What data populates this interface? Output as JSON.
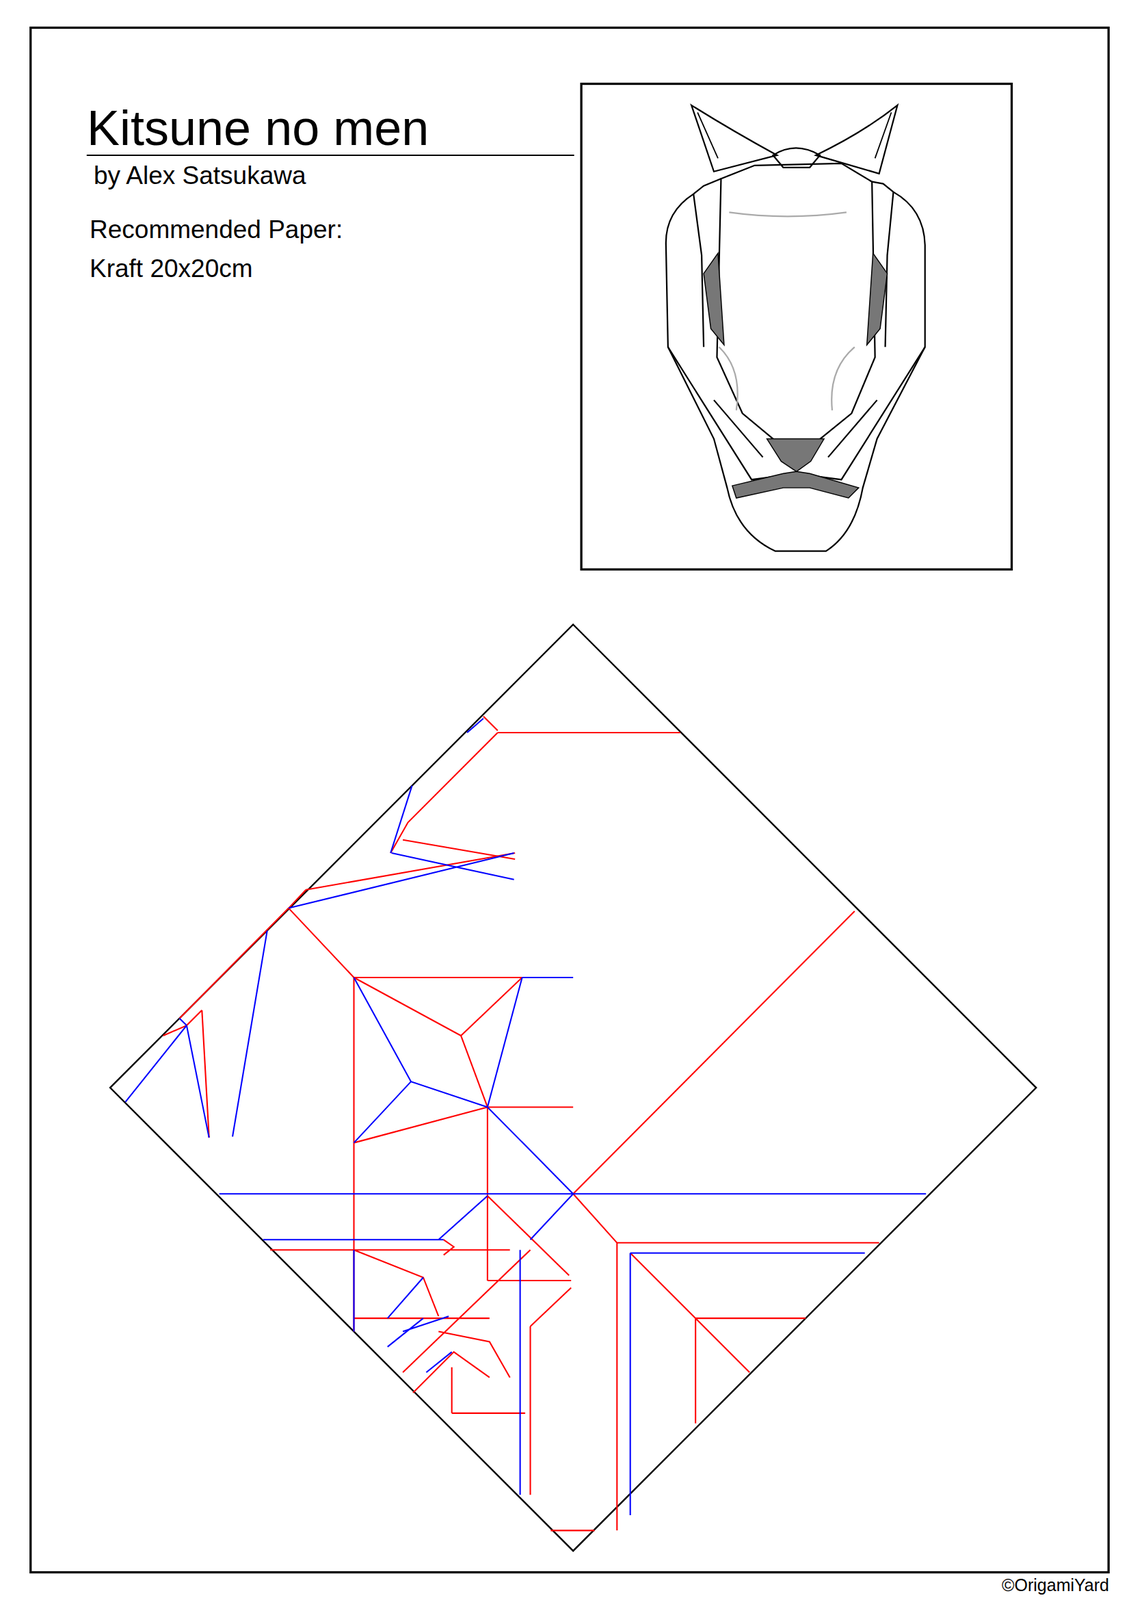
{
  "diagram": {
    "title": "Kitsune no men",
    "labels": [
      "by Alex Satsukawa",
      "Recommended Paper:",
      "Kraft 20x20cm",
      "©OrigamiYard"
    ]
  }
}
